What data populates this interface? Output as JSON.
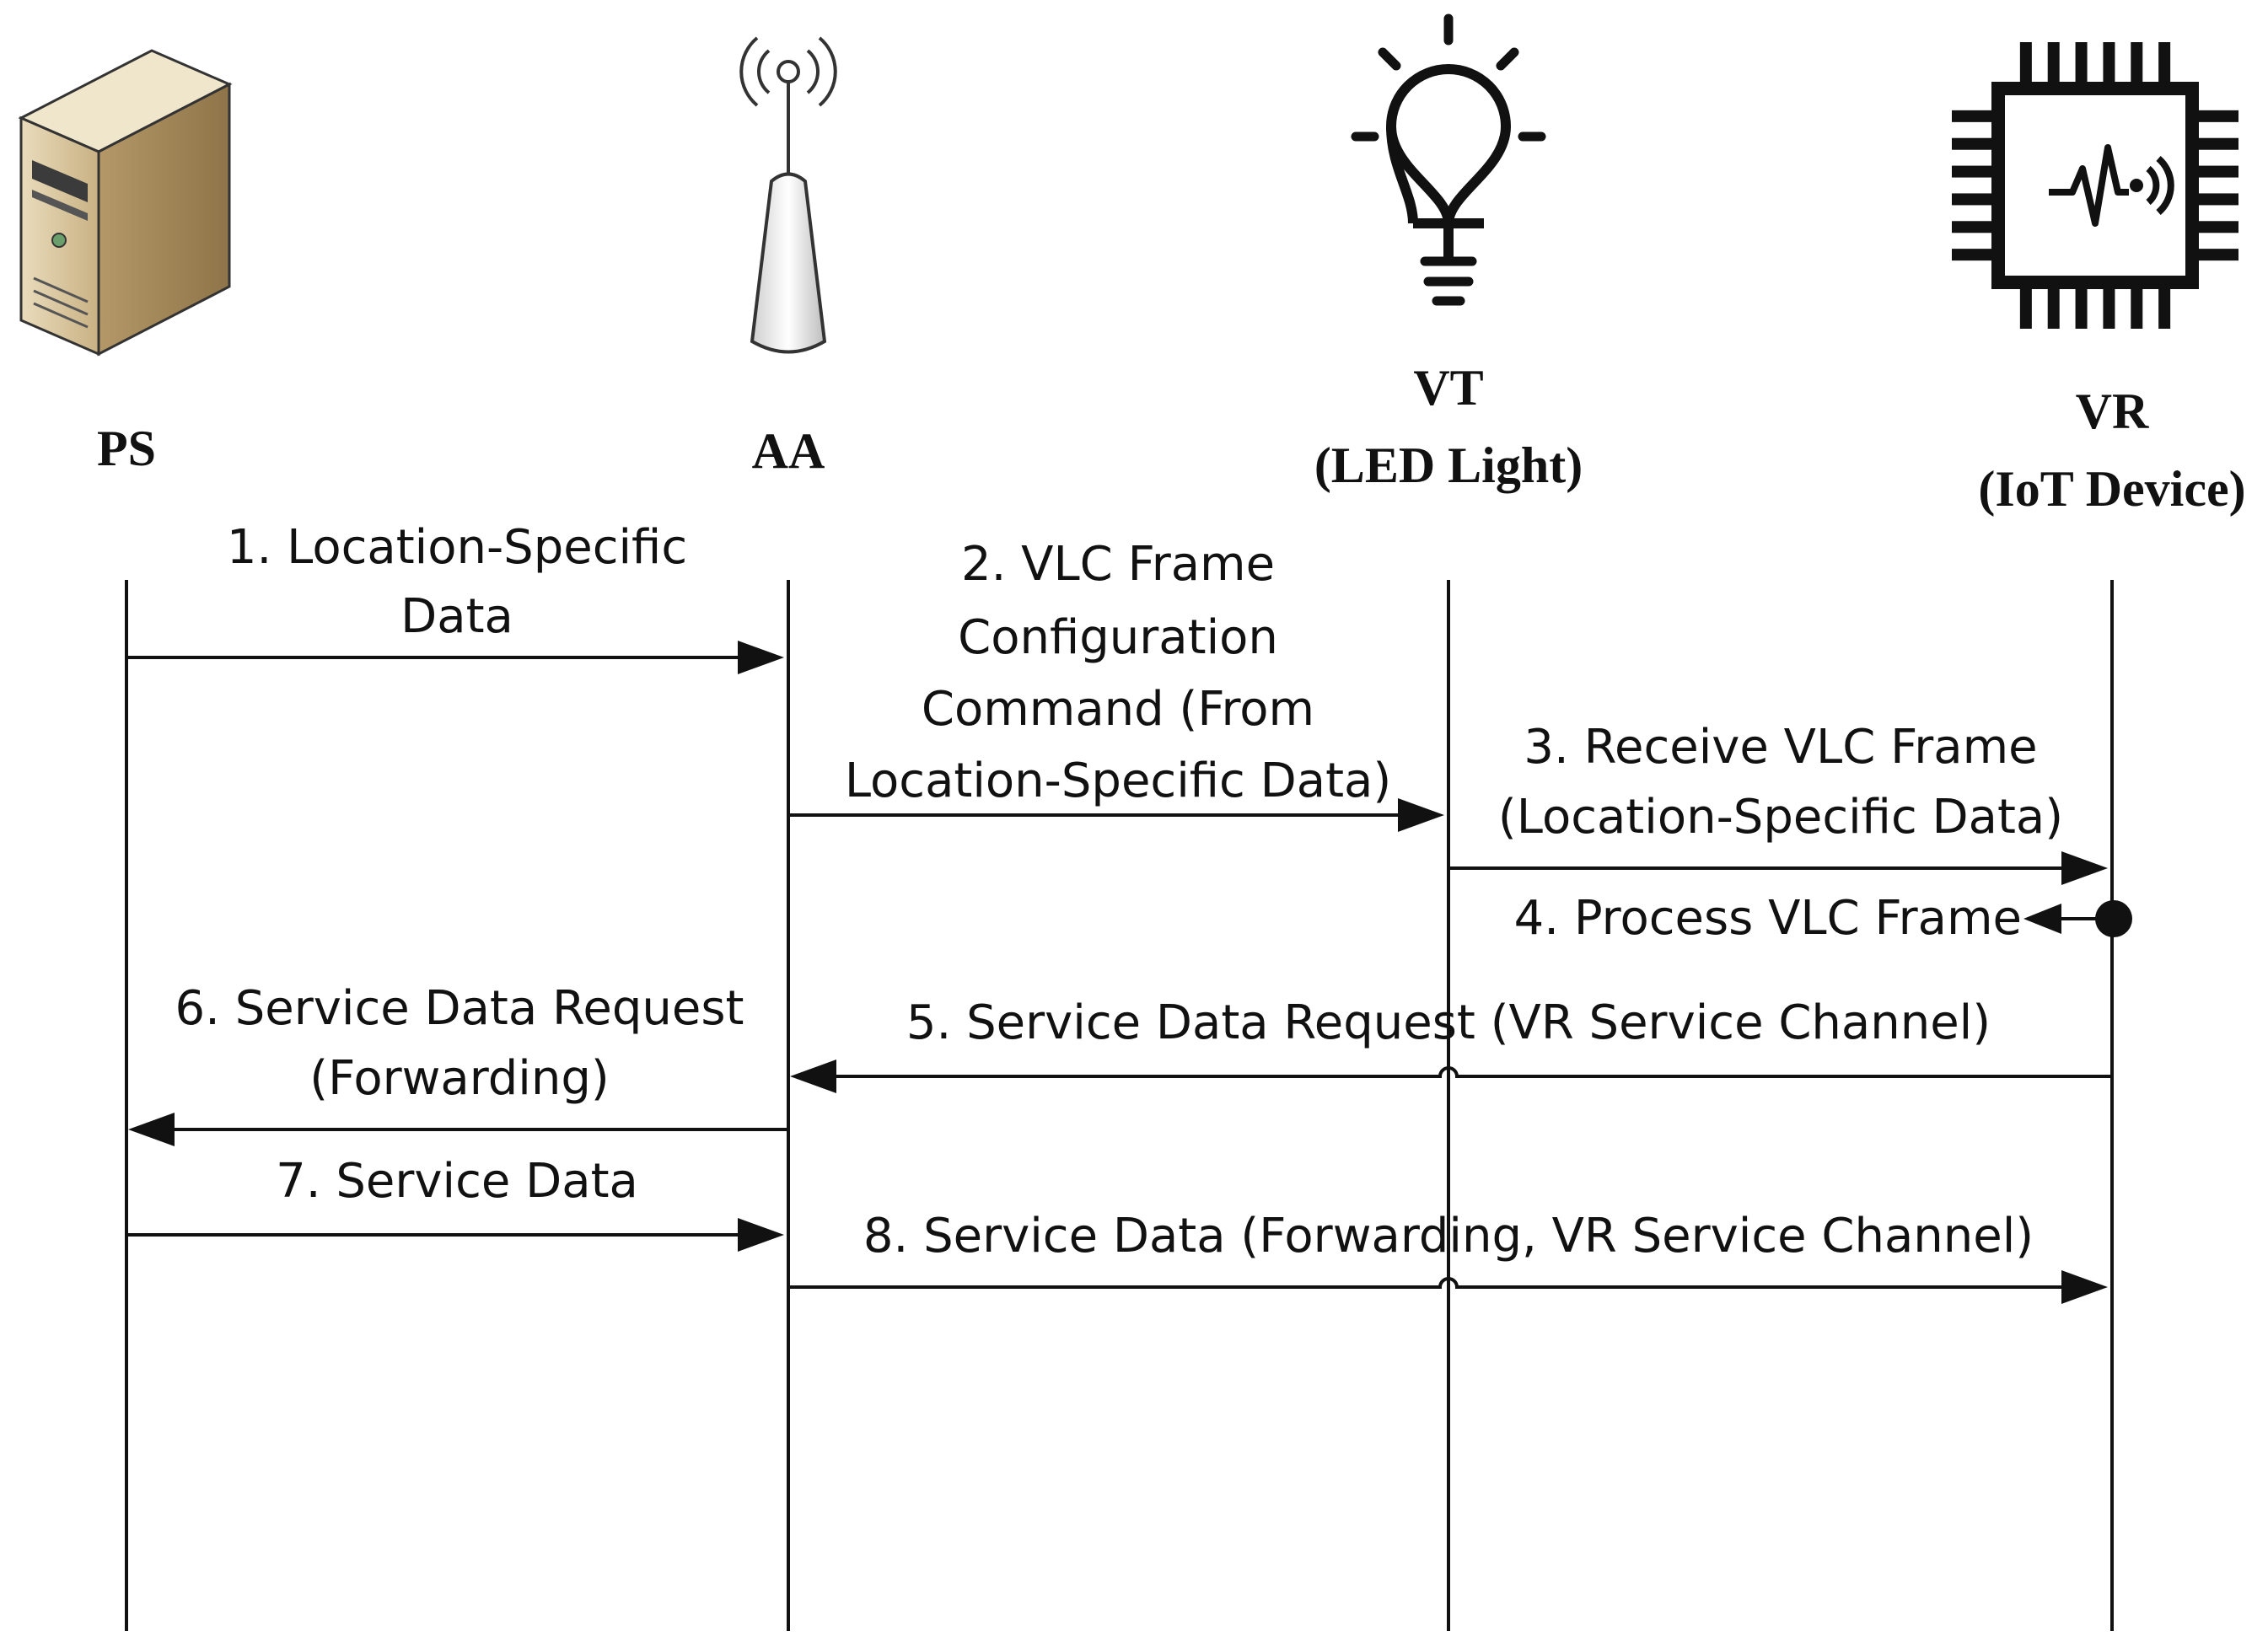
{
  "actors": [
    {
      "id": "ps",
      "name": "PS",
      "subtitle": "",
      "icon": "server-icon"
    },
    {
      "id": "aa",
      "name": "AA",
      "subtitle": "",
      "icon": "antenna-icon"
    },
    {
      "id": "vt",
      "name": "VT",
      "subtitle": "(LED Light)",
      "icon": "light-bulb-icon"
    },
    {
      "id": "vr",
      "name": "VR",
      "subtitle": "(IoT Device)",
      "icon": "chip-icon"
    }
  ],
  "messages": [
    {
      "from": "ps",
      "to": "aa",
      "lines": [
        "1. Location-Specific",
        "Data"
      ]
    },
    {
      "from": "aa",
      "to": "vt",
      "lines": [
        "2. VLC Frame",
        "Configuration",
        "Command (From",
        "Location-Specific Data)"
      ]
    },
    {
      "from": "vt",
      "to": "vr",
      "lines": [
        "3. Receive VLC Frame",
        "(Location-Specific Data)"
      ]
    },
    {
      "from": "vr",
      "to": "vr",
      "lines": [
        "4. Process VLC Frame"
      ]
    },
    {
      "from": "vr",
      "to": "aa",
      "lines": [
        "5. Service Data Request (VR Service Channel)"
      ]
    },
    {
      "from": "aa",
      "to": "ps",
      "lines": [
        "6. Service Data Request",
        "(Forwarding)"
      ]
    },
    {
      "from": "ps",
      "to": "aa",
      "lines": [
        "7. Service Data"
      ]
    },
    {
      "from": "aa",
      "to": "vr",
      "lines": [
        "8. Service Data (Forwarding, VR Service Channel)"
      ]
    }
  ],
  "colors": {
    "line": "#111111",
    "server_body": "#d8c49a",
    "server_side": "#b79d6c"
  }
}
